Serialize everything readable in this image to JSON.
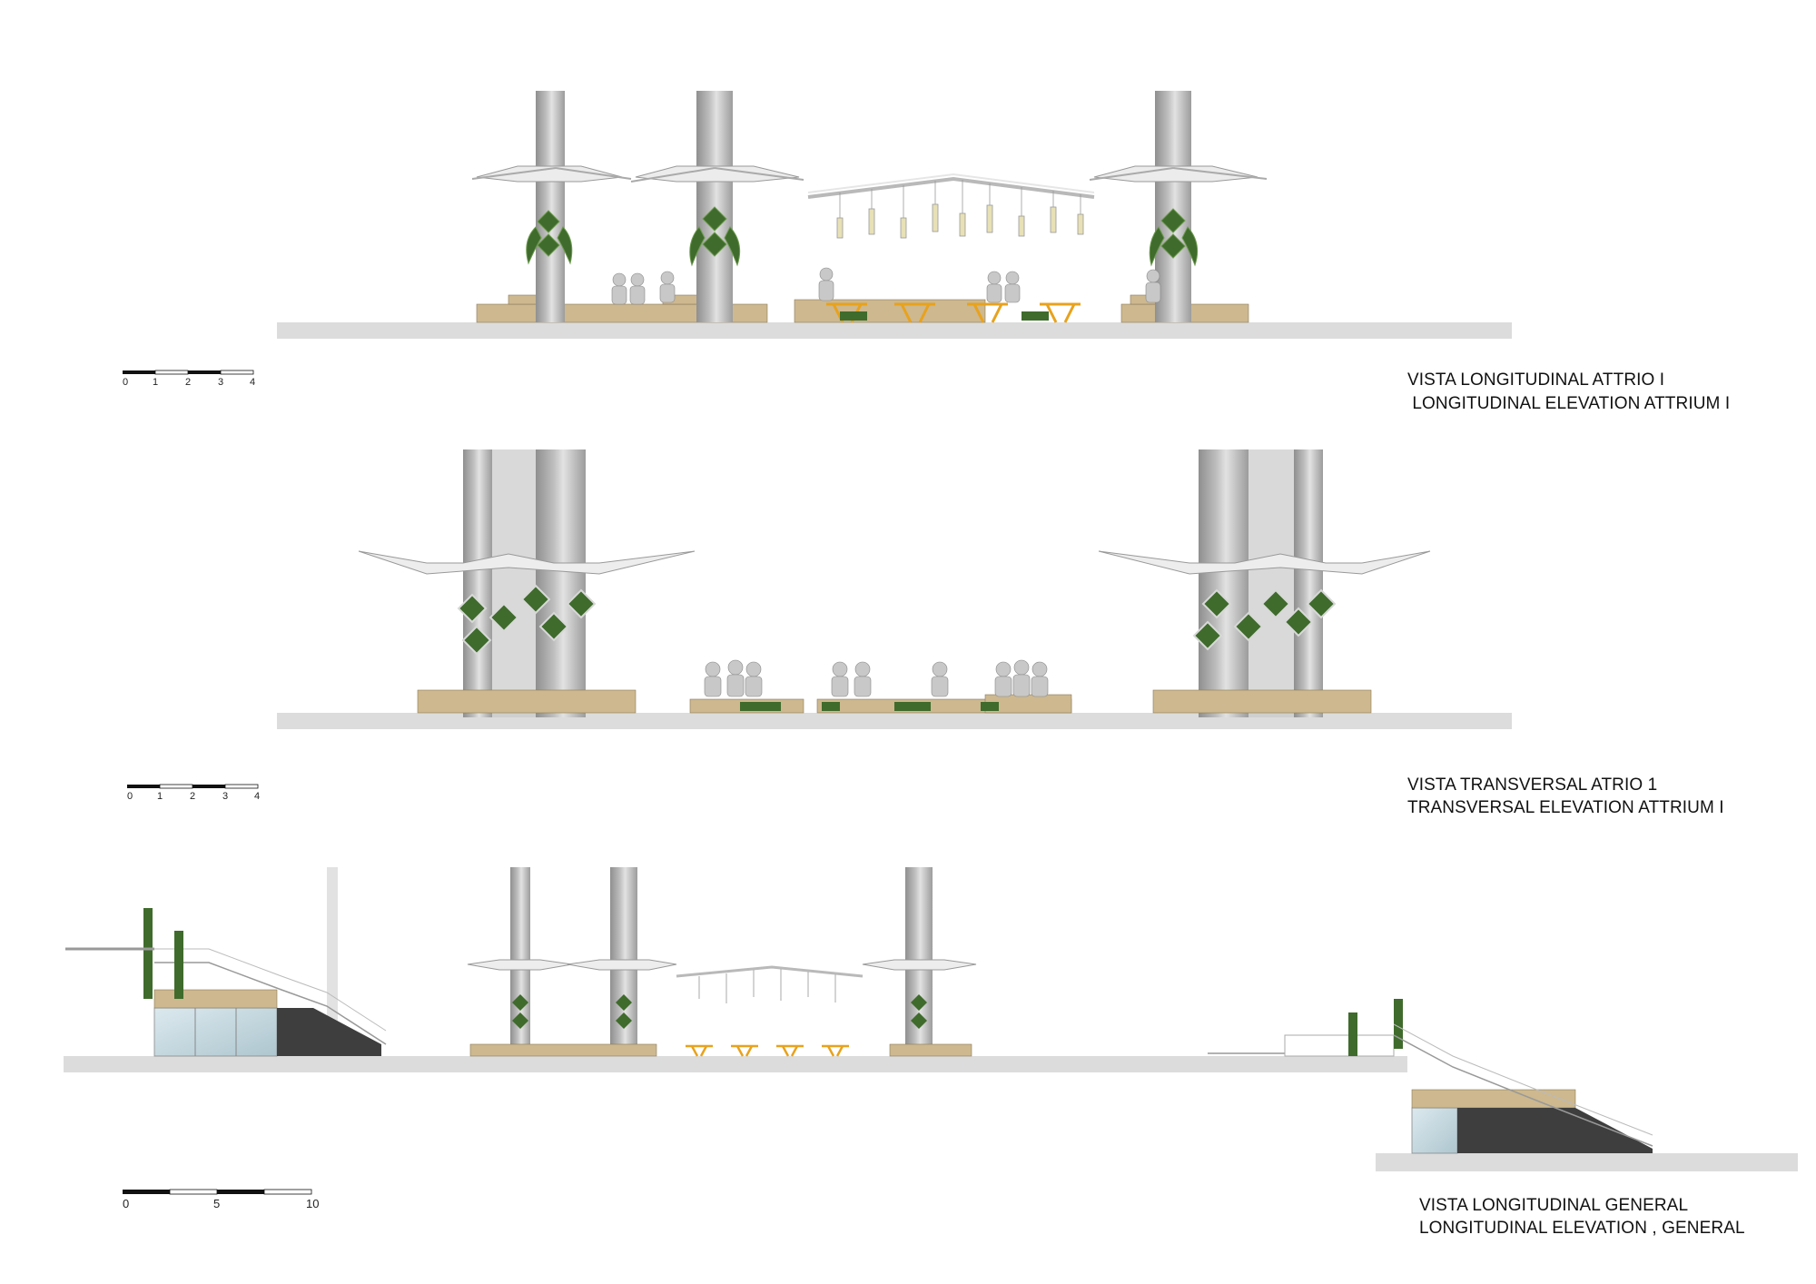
{
  "drawings": [
    {
      "id": "attrio-longitudinal",
      "caption_es": "VISTA LONGITUDINAL ATTRIO I",
      "caption_en": " LONGITUDINAL ELEVATION ATTRIUM I",
      "scale_labels": [
        "0",
        "1",
        "2",
        "3",
        "4"
      ]
    },
    {
      "id": "attrio-transversal",
      "caption_es": "VISTA TRANSVERSAL ATRIO 1",
      "caption_en": "TRANSVERSAL ELEVATION ATTRIUM I",
      "scale_labels": [
        "0",
        "1",
        "2",
        "3",
        "4"
      ]
    },
    {
      "id": "general-longitudinal",
      "caption_es": "VISTA LONGITUDINAL GENERAL",
      "caption_en": "LONGITUDINAL ELEVATION , GENERAL",
      "scale_labels": [
        "0",
        "5",
        "10"
      ]
    }
  ],
  "colors": {
    "ground": "#dcdcdc",
    "column": "#a9a9a9",
    "column_light": "#d6d6d6",
    "planter_green": "#3f6b2c",
    "wood": "#c9b48a",
    "furniture_orange": "#e8a21c",
    "figure": "#bdbdbd",
    "glass": "#cfe0e6",
    "stair_dark": "#3e3e3e"
  }
}
